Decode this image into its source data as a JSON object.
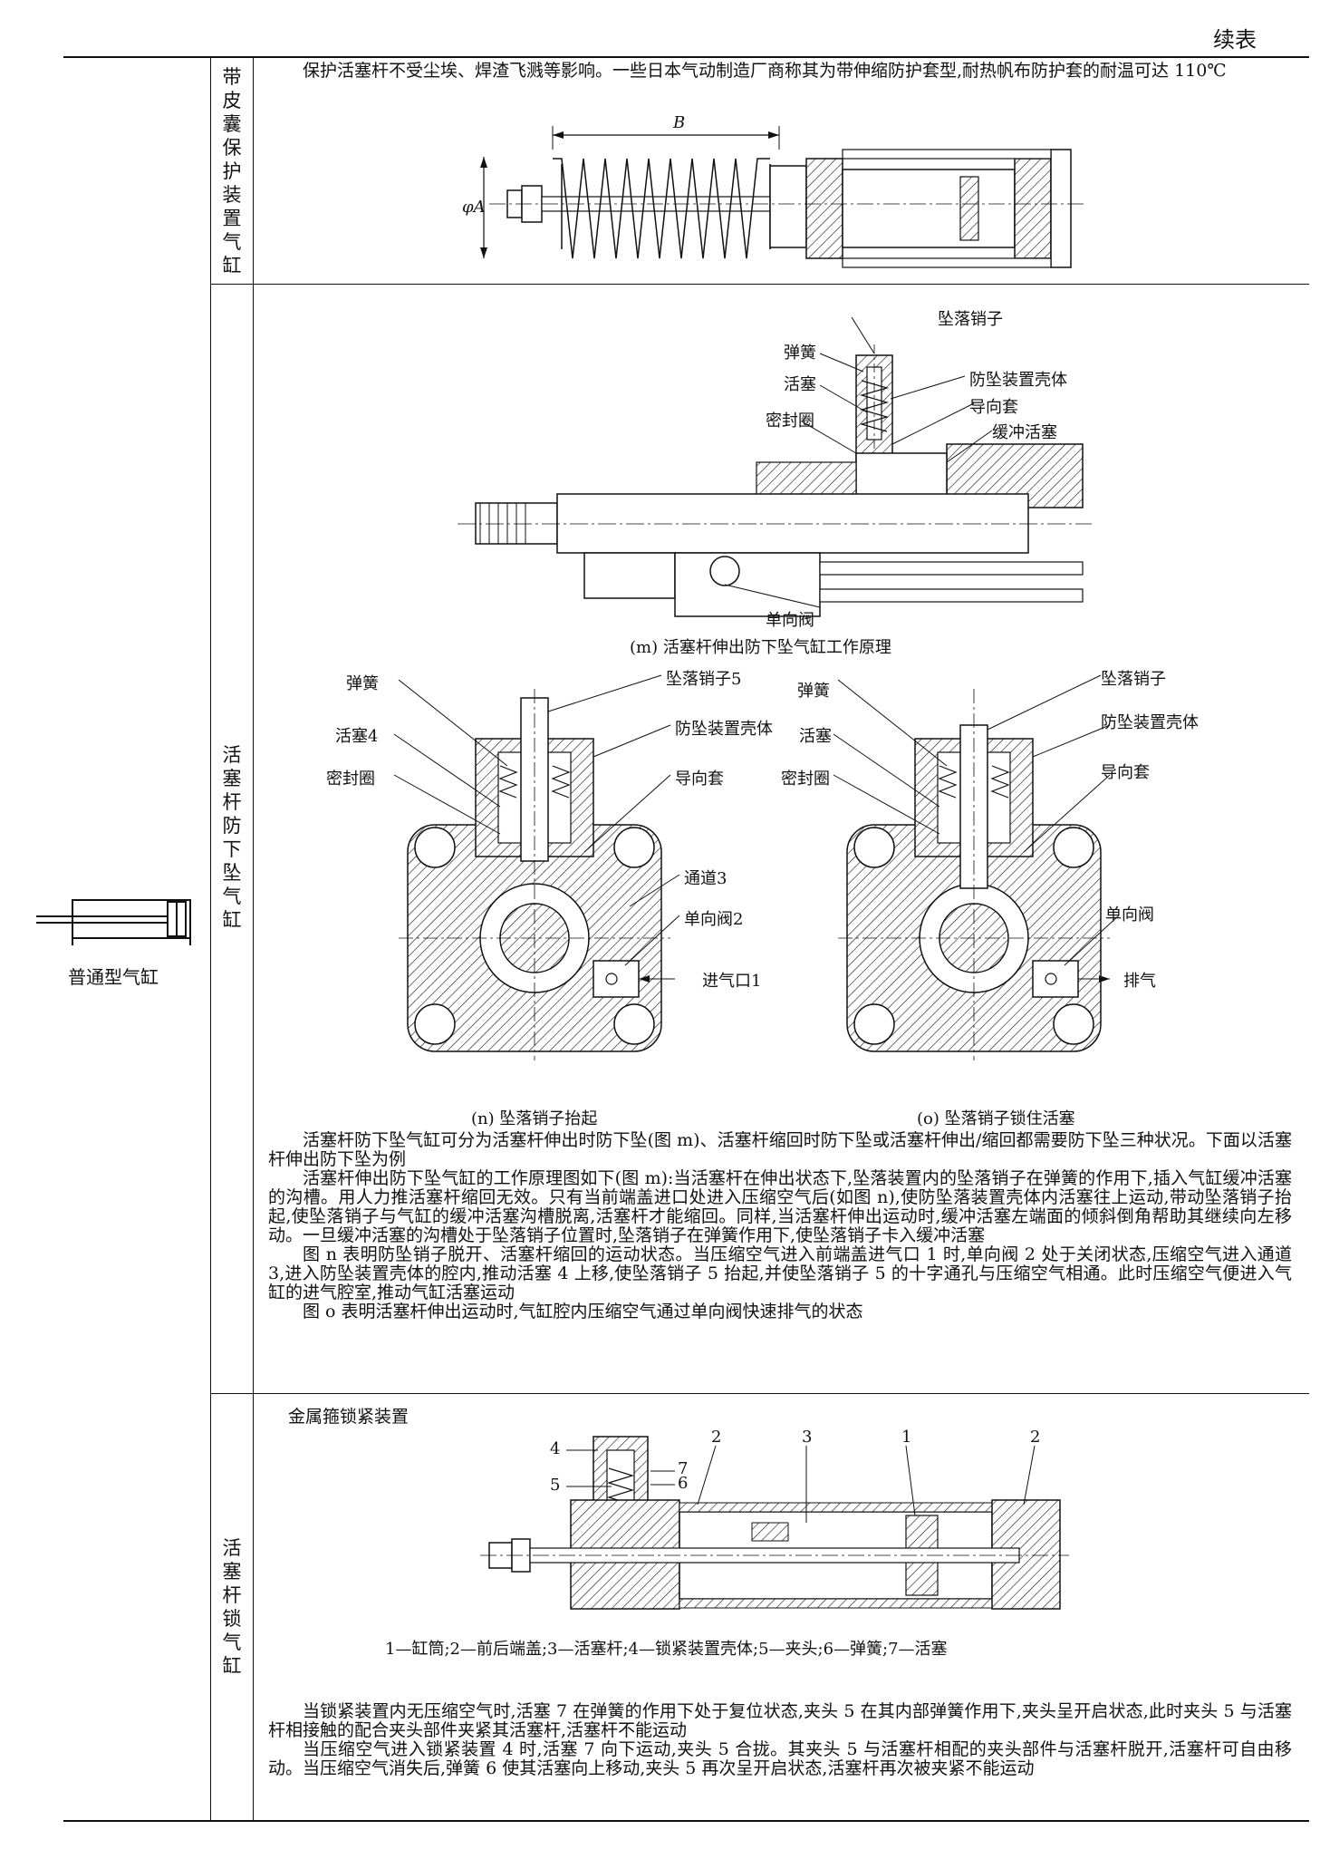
{
  "header": {
    "continuation": "续表"
  },
  "left_column": {
    "label": "普通型气缸"
  },
  "rows": [
    {
      "name": "带皮囊保护装置气缸",
      "chars": [
        "带",
        "皮",
        "囊",
        "保",
        "护",
        "装",
        "置",
        "气",
        "缸"
      ],
      "description": "保护活塞杆不受尘埃、焊渣飞溅等影响。一些日本气动制造厂商称其为带伸缩防护套型,耐热帆布防护套的耐温可达 110℃",
      "figure_labels": {
        "dim_b": "B",
        "dim_a": "φA"
      }
    },
    {
      "name": "活塞杆防下坠气缸",
      "chars": [
        "活",
        "塞",
        "杆",
        "防",
        "下",
        "坠",
        "气",
        "缸"
      ],
      "fig_m": {
        "caption": "(m) 活塞杆伸出防下坠气缸工作原理",
        "labels": [
          "坠落销子",
          "弹簧",
          "防坠装置壳体",
          "活塞",
          "导向套",
          "密封圈",
          "缓冲活塞",
          "单向阀"
        ]
      },
      "fig_n": {
        "caption": "(n) 坠落销子抬起",
        "labels": [
          "弹簧",
          "坠落销子5",
          "活塞4",
          "防坠装置壳体",
          "密封圈",
          "导向套",
          "通道3",
          "单向阀2",
          "进气口1"
        ]
      },
      "fig_o": {
        "caption": "(o) 坠落销子锁住活塞",
        "labels": [
          "弹簧",
          "坠落销子",
          "活塞",
          "防坠装置壳体",
          "密封圈",
          "导向套",
          "单向阀",
          "排气"
        ]
      },
      "paragraphs": [
        "活塞杆防下坠气缸可分为活塞杆伸出时防下坠(图 m)、活塞杆缩回时防下坠或活塞杆伸出/缩回都需要防下坠三种状况。下面以活塞杆伸出防下坠为例",
        "活塞杆伸出防下坠气缸的工作原理图如下(图 m):当活塞杆在伸出状态下,坠落装置内的坠落销子在弹簧的作用下,插入气缸缓冲活塞的沟槽。用人力推活塞杆缩回无效。只有当前端盖进口处进入压缩空气后(如图 n),使防坠落装置壳体内活塞往上运动,带动坠落销子抬起,使坠落销子与气缸的缓冲活塞沟槽脱离,活塞杆才能缩回。同样,当活塞杆伸出运动时,缓冲活塞左端面的倾斜倒角帮助其继续向左移动。一旦缓冲活塞的沟槽处于坠落销子位置时,坠落销子在弹簧作用下,使坠落销子卡入缓冲活塞",
        "图 n 表明防坠销子脱开、活塞杆缩回的运动状态。当压缩空气进入前端盖进气口 1 时,单向阀 2 处于关闭状态,压缩空气进入通道 3,进入防坠装置壳体的腔内,推动活塞 4 上移,使坠落销子 5 抬起,并使坠落销子 5 的十字通孔与压缩空气相通。此时压缩空气便进入气缸的进气腔室,推动气缸活塞运动",
        "图 o 表明活塞杆伸出运动时,气缸腔内压缩空气通过单向阀快速排气的状态"
      ]
    },
    {
      "name": "活塞杆锁气缸",
      "chars": [
        "活",
        "塞",
        "杆",
        "锁",
        "气",
        "缸"
      ],
      "subtitle": "金属箍锁紧装置",
      "figure_labels": [
        "4",
        "5",
        "7",
        "6",
        "2",
        "3",
        "1",
        "2"
      ],
      "legend": "1—缸筒;2—前后端盖;3—活塞杆;4—锁紧装置壳体;5—夹头;6—弹簧;7—活塞",
      "paragraphs": [
        "当锁紧装置内无压缩空气时,活塞 7 在弹簧的作用下处于复位状态,夹头 5 在其内部弹簧作用下,夹头呈开启状态,此时夹头 5 与活塞杆相接触的配合夹头部件夹紧其活塞杆,活塞杆不能运动",
        "当压缩空气进入锁紧装置 4 时,活塞 7 向下运动,夹头 5 合拢。其夹头 5 与活塞杆相配的夹头部件与活塞杆脱开,活塞杆可自由移动。当压缩空气消失后,弹簧 6 使其活塞向上移动,夹头 5 再次呈开启状态,活塞杆再次被夹紧不能运动"
      ]
    }
  ]
}
